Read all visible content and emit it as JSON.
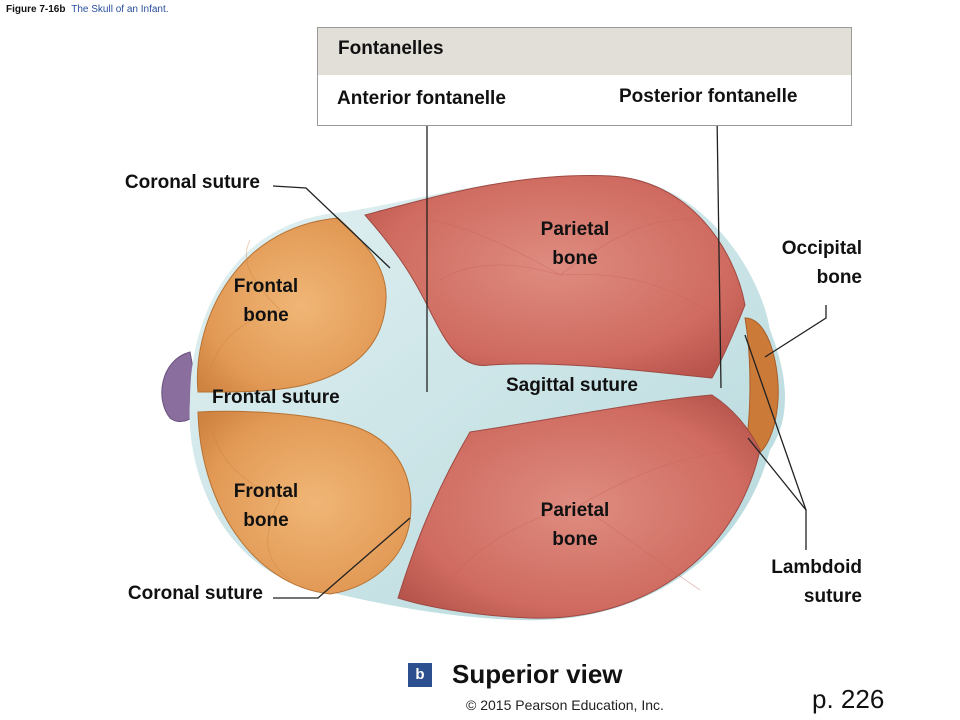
{
  "figure": {
    "number": "Figure 7-16b",
    "title": "The Skull of an Infant."
  },
  "fontanelles_box": {
    "heading": "Fontanelles",
    "anterior": "Anterior fontanelle",
    "posterior": "Posterior fontanelle"
  },
  "labels": {
    "coronal_suture_top": "Coronal suture",
    "coronal_suture_bottom": "Coronal suture",
    "frontal_bone_top_line1": "Frontal",
    "frontal_bone_top_line2": "bone",
    "frontal_bone_bottom_line1": "Frontal",
    "frontal_bone_bottom_line2": "bone",
    "frontal_suture": "Frontal suture",
    "parietal_bone_top_line1": "Parietal",
    "parietal_bone_top_line2": "bone",
    "parietal_bone_bottom_line1": "Parietal",
    "parietal_bone_bottom_line2": "bone",
    "sagittal_suture": "Sagittal suture",
    "occipital_bone_line1": "Occipital",
    "occipital_bone_line2": "bone",
    "lambdoid_suture_line1": "Lambdoid",
    "lambdoid_suture_line2": "suture"
  },
  "view": {
    "badge": "b",
    "title": "Superior view"
  },
  "copyright": "© 2015 Pearson Education, Inc.",
  "page_number": "p. 226",
  "colors": {
    "parietal": "#d4746a",
    "frontal": "#e39a55",
    "fontanelle": "#c5e2e4",
    "occipital": "#cc7a38",
    "nose": "#8a6e9e",
    "badge": "#2b4f8f",
    "title_link": "#2a4f9c"
  }
}
